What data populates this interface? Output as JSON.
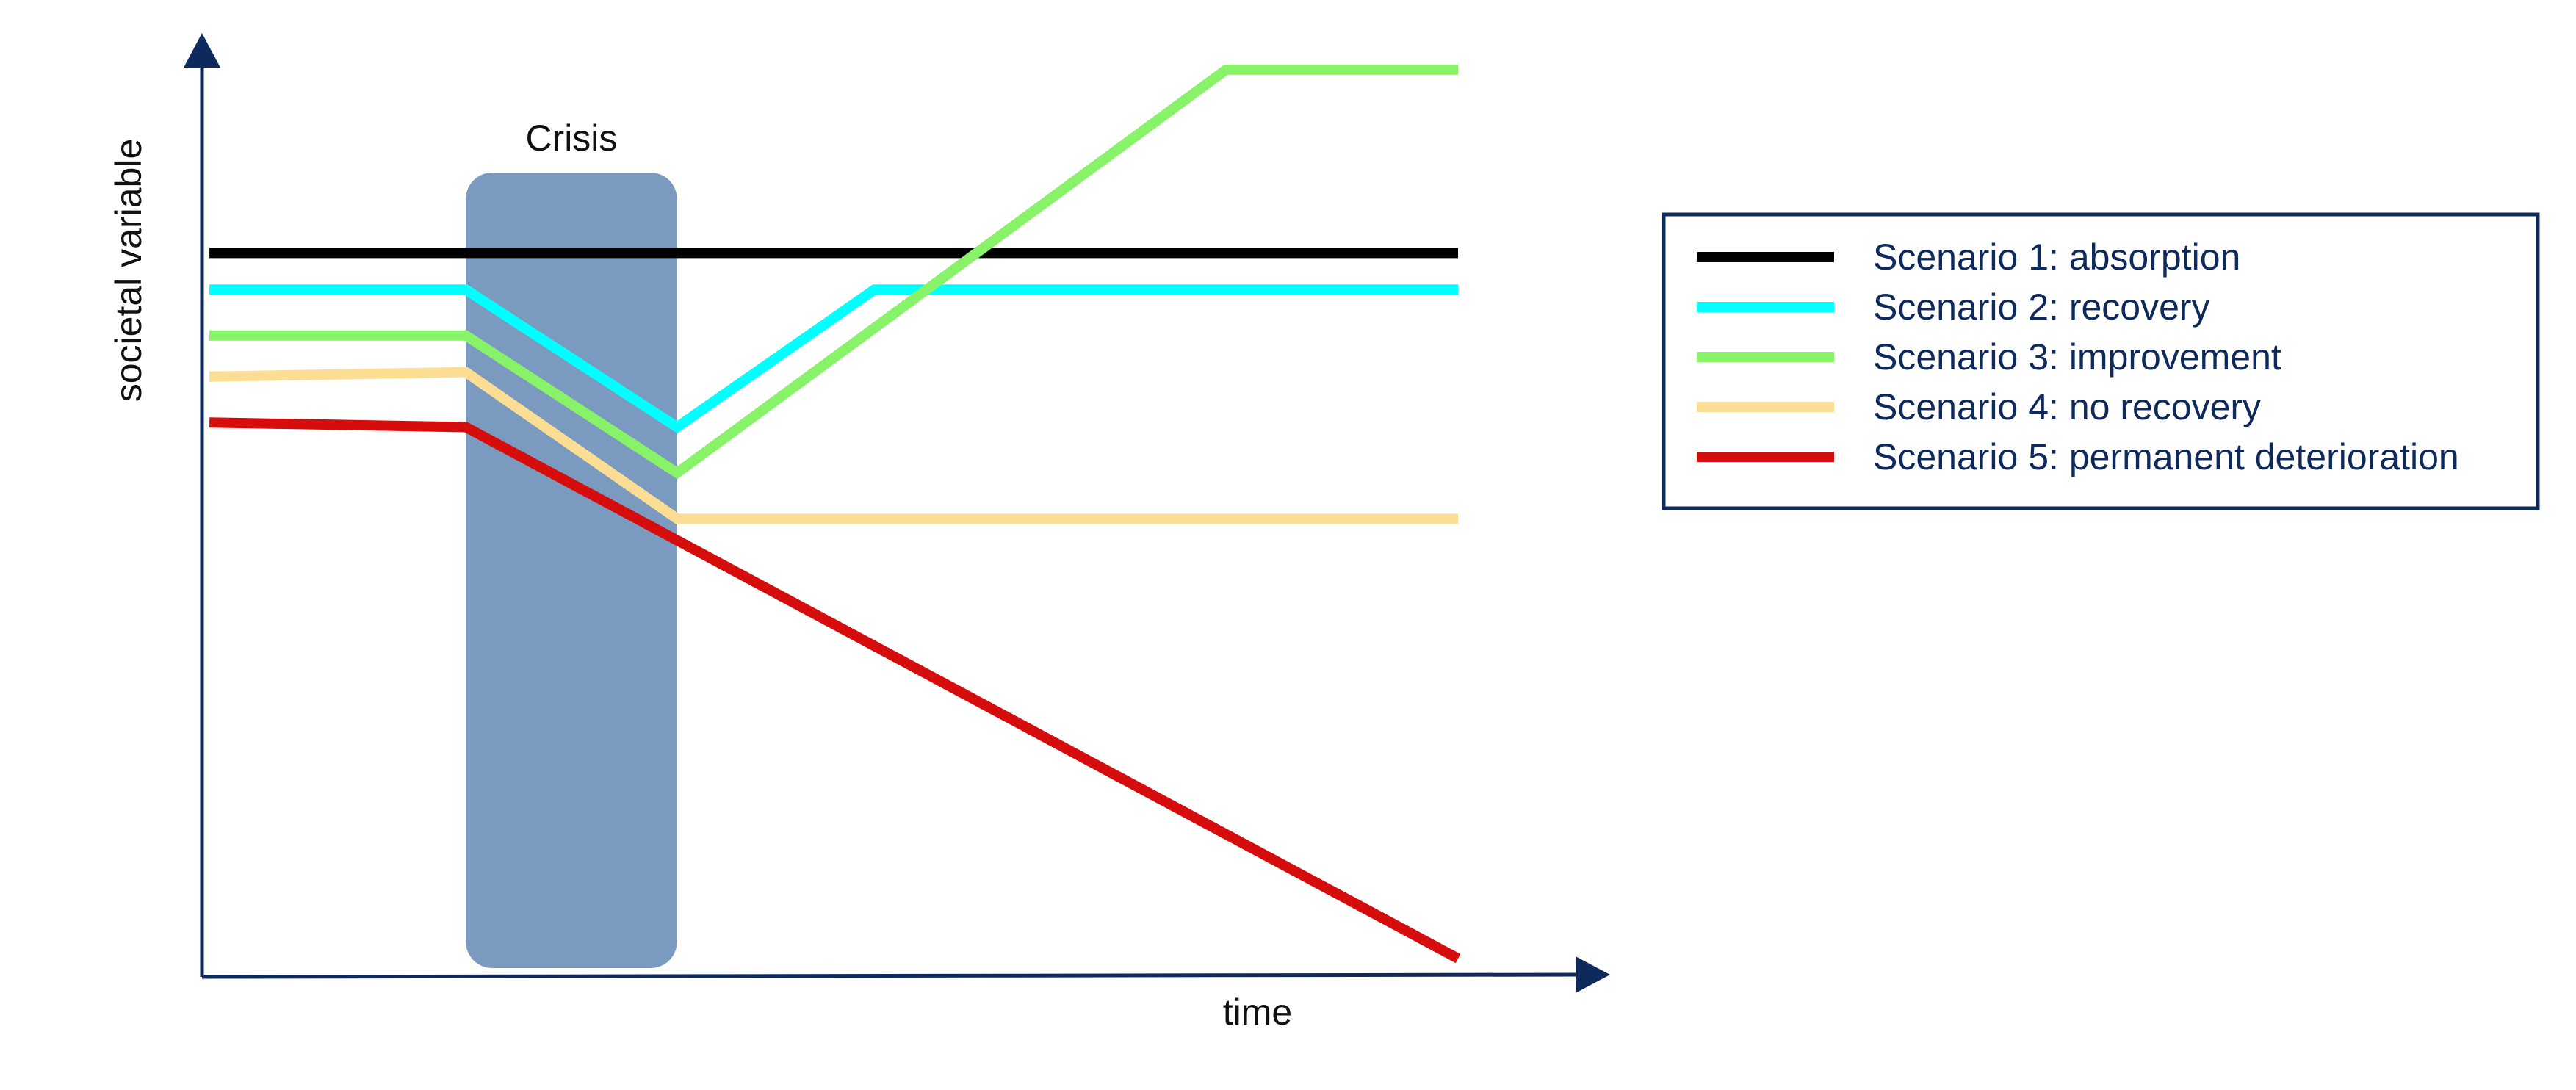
{
  "chart_data": {
    "type": "line",
    "xlabel": "time",
    "ylabel": "societal variable",
    "grid": false,
    "legend_position": "right",
    "crisis": {
      "label": "Crisis",
      "x_start": 3.57,
      "x_end": 6.43,
      "color": "#7b9ac0"
    },
    "xlim": [
      0,
      17
    ],
    "ylim": [
      0,
      10.3
    ],
    "series": [
      {
        "name": "Scenario 1: absorption",
        "color": "#000000",
        "points": [
          [
            0.1,
            7.9
          ],
          [
            17,
            7.9
          ]
        ]
      },
      {
        "name": "Scenario 2: recovery",
        "color": "#00ffff",
        "points": [
          [
            0.1,
            7.5
          ],
          [
            3.57,
            7.5
          ],
          [
            6.43,
            6.0
          ],
          [
            9.1,
            7.5
          ],
          [
            17,
            7.5
          ]
        ]
      },
      {
        "name": "Scenario 3: improvement",
        "color": "#88f268",
        "points": [
          [
            0.1,
            7.0
          ],
          [
            3.57,
            7.0
          ],
          [
            6.43,
            5.5
          ],
          [
            13.86,
            9.9
          ],
          [
            17,
            9.9
          ]
        ]
      },
      {
        "name": "Scenario 4: no recovery",
        "color": "#fcdd94",
        "points": [
          [
            0.1,
            6.55
          ],
          [
            3.57,
            6.6
          ],
          [
            6.43,
            5.0
          ],
          [
            17,
            5.0
          ]
        ]
      },
      {
        "name": "Scenario 5: permanent deterioration",
        "color": "#d60d0d",
        "points": [
          [
            0.1,
            6.05
          ],
          [
            3.57,
            6.0
          ],
          [
            17,
            0.2
          ]
        ]
      }
    ]
  },
  "colors": {
    "axis": "#0e2a5c",
    "legend_text": "#0e2a5c"
  }
}
